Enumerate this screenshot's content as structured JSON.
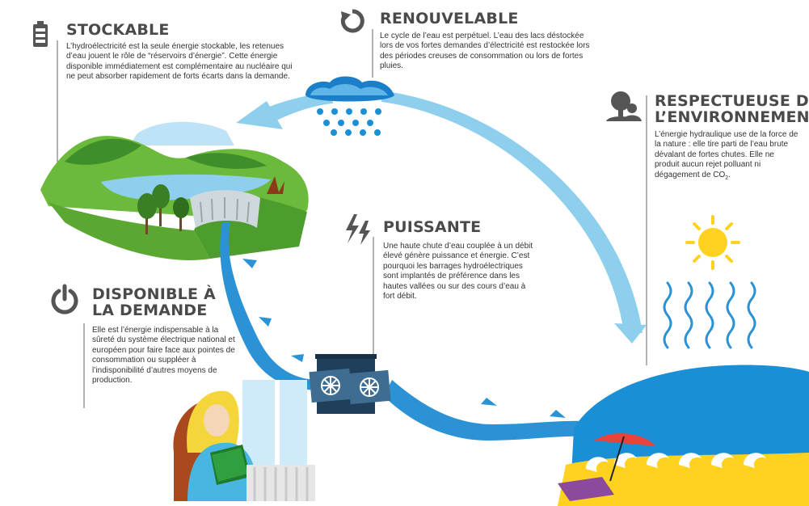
{
  "sections": {
    "stockable": {
      "title": "STOCKABLE",
      "text": "L’hydroélectricité est la seule énergie stockable, les retenues d’eau jouent le rôle de “réservoirs d’énergie”. Cette énergie disponible immédiatement est complémentaire au nucléaire qui ne peut absorber rapidement de forts écarts dans la demande.",
      "icon": "battery-icon"
    },
    "renouvelable": {
      "title": "RENOUVELABLE",
      "text": "Le cycle de l’eau est perpétuel. L’eau des lacs déstockée lors de vos fortes demandes d’électricité est restockée lors des périodes creuses de consommation ou lors de fortes pluies.",
      "icon": "cycle-arrow-icon"
    },
    "respectueuse": {
      "title_line1": "RESPECTUEUSE DE",
      "title_line2": "L’ENVIRONNEMENT",
      "text_main": "L’énergie hydraulique use de la force de la nature : elle tire parti de l’eau brute dévalant de fortes chutes. Elle ne produit aucun rejet polluant ni dégagement de CO",
      "text_sub": "2",
      "text_end": ".",
      "icon": "tree-person-icon"
    },
    "puissante": {
      "title": "PUISSANTE",
      "text": "Une haute chute d’eau couplée à un débit élevé génère puissance et énergie. C’est pourquoi les barrages hydroélectriques sont implantés de préférence dans les hautes vallées ou sur des cours d’eau à fort débit.",
      "icon": "lightning-icon"
    },
    "disponible": {
      "title_line1": "DISPONIBLE À",
      "title_line2": "LA DEMANDE",
      "text": "Elle est l’énergie indispensable à la sûreté du système électrique national et européen pour faire face aux pointes de consommation ou suppléer à l’indisponibilité d’autres moyens de production.",
      "icon": "power-icon"
    }
  },
  "colors": {
    "water": "#8ecfee",
    "river": "#2b93d5",
    "sea": "#1a8fd6",
    "grass": "#6cba3c",
    "grass_dark": "#3e8e2b",
    "sun": "#ffd21f",
    "text_dark": "#4a4a4a",
    "icon_gray": "#555555"
  }
}
